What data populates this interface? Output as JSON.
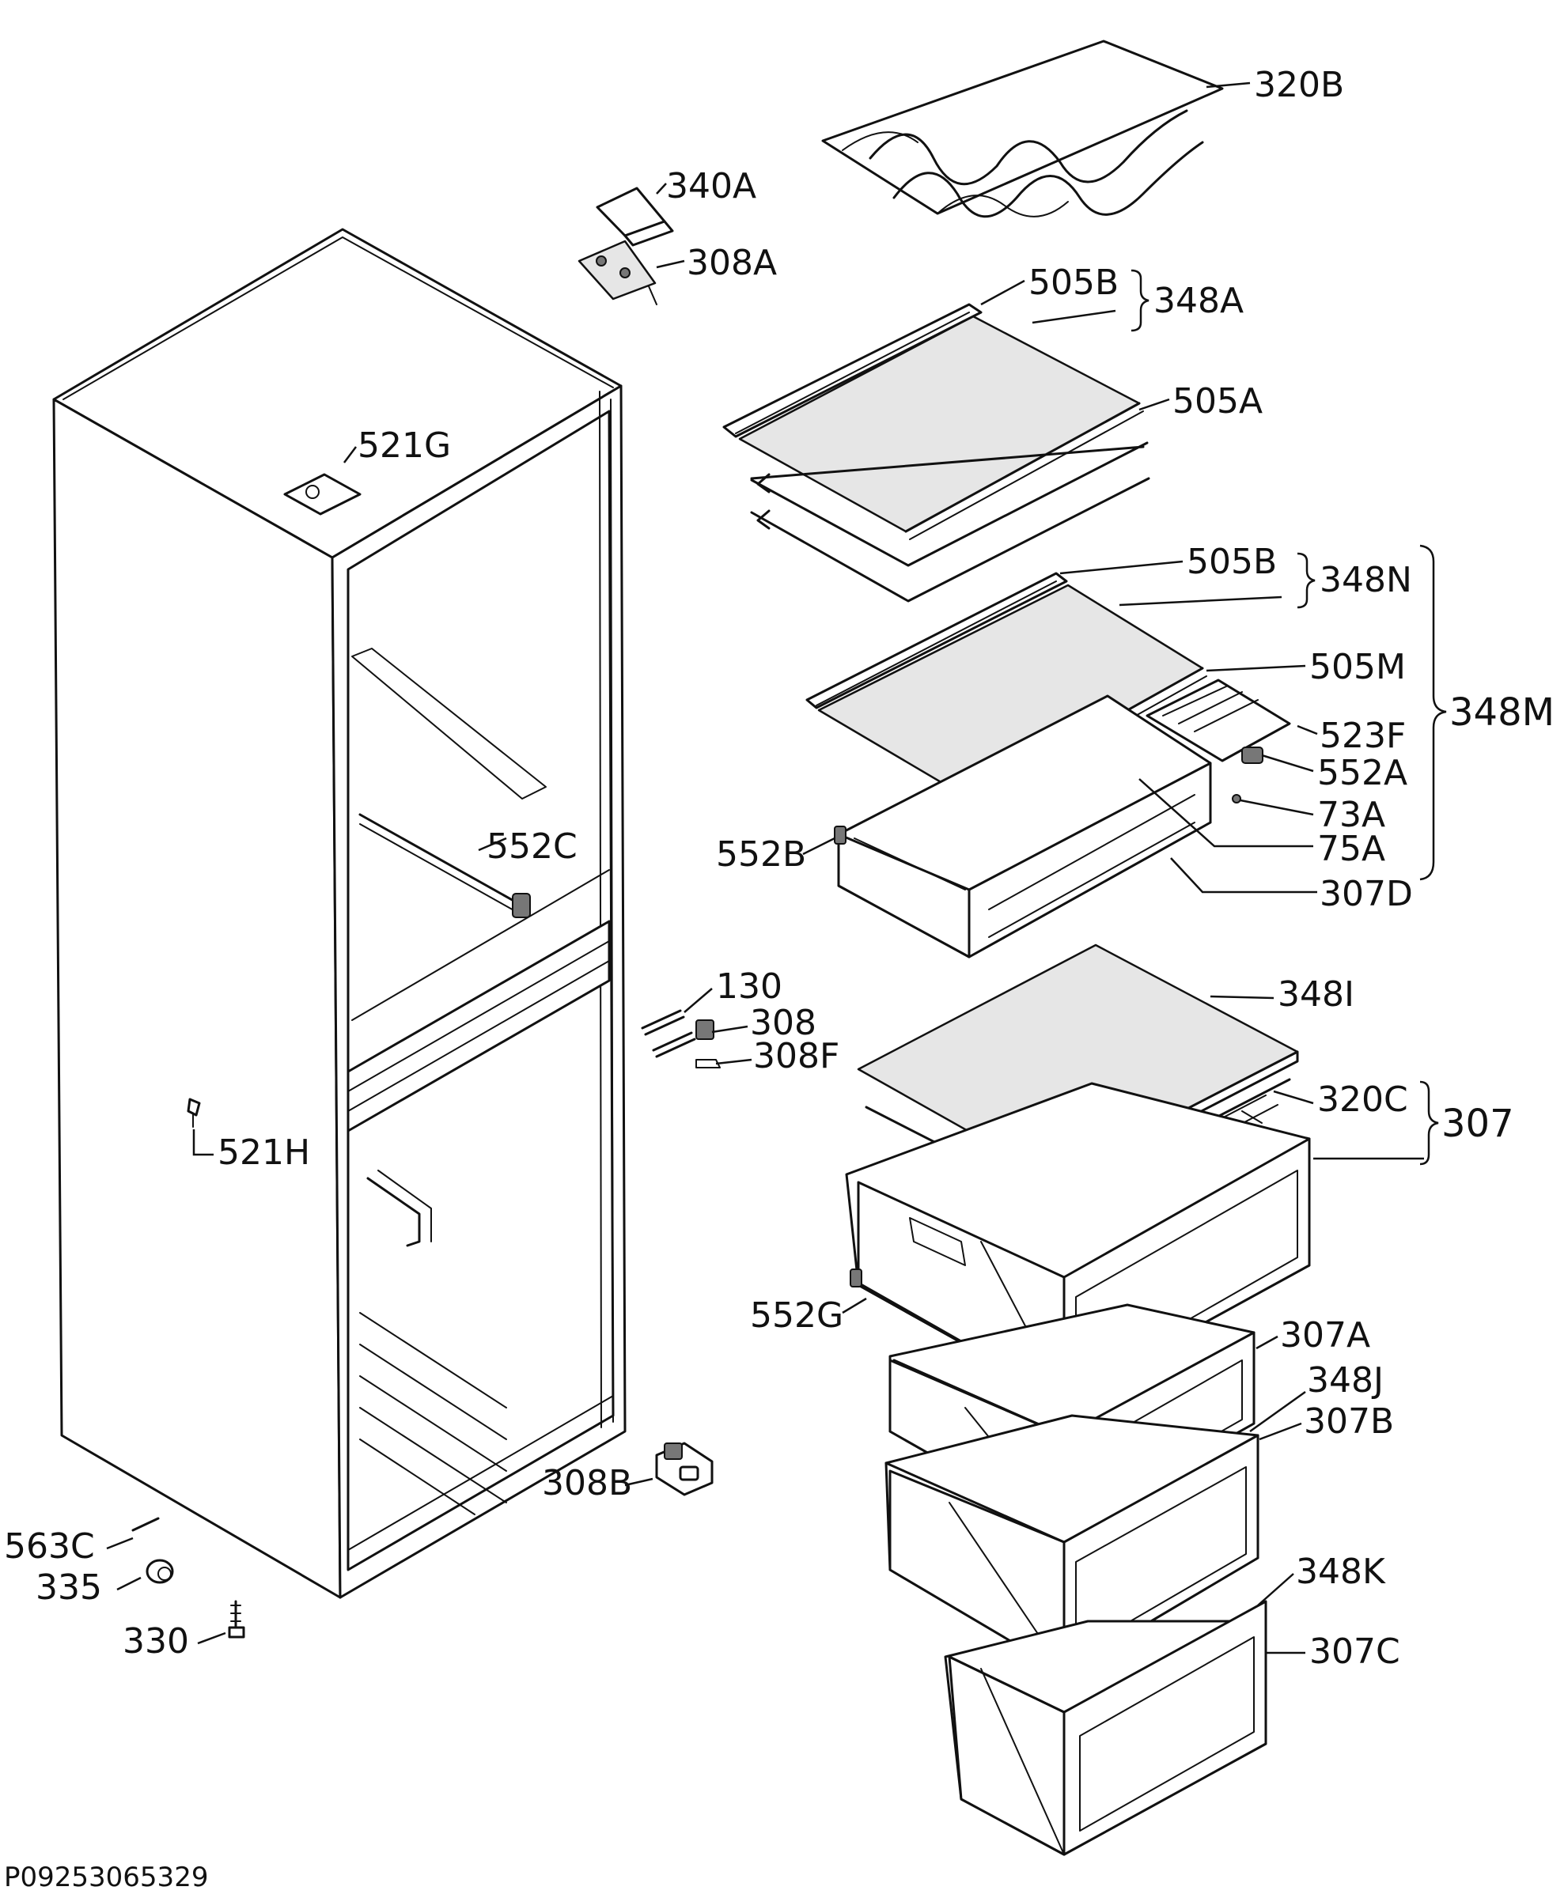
{
  "figure_code": "P09253065329",
  "labels": {
    "l320B": "320B",
    "l340A": "340A",
    "l308A": "308A",
    "l505B_top": "505B",
    "l348A": "348A",
    "l505A": "505A",
    "l521G": "521G",
    "l505B_mid": "505B",
    "l348N": "348N",
    "l505M": "505M",
    "l348M": "348M",
    "l523F": "523F",
    "l552A": "552A",
    "l73A": "73A",
    "l75A": "75A",
    "l552B": "552B",
    "l307D": "307D",
    "l552C": "552C",
    "l130": "130",
    "l308": "308",
    "l308F": "308F",
    "l348I": "348I",
    "l320C": "320C",
    "l307": "307",
    "l521H": "521H",
    "l552G": "552G",
    "l307A": "307A",
    "l348J": "348J",
    "l307B": "307B",
    "l348K": "348K",
    "l307C": "307C",
    "l308B": "308B",
    "l563C": "563C",
    "l335": "335",
    "l330": "330"
  }
}
